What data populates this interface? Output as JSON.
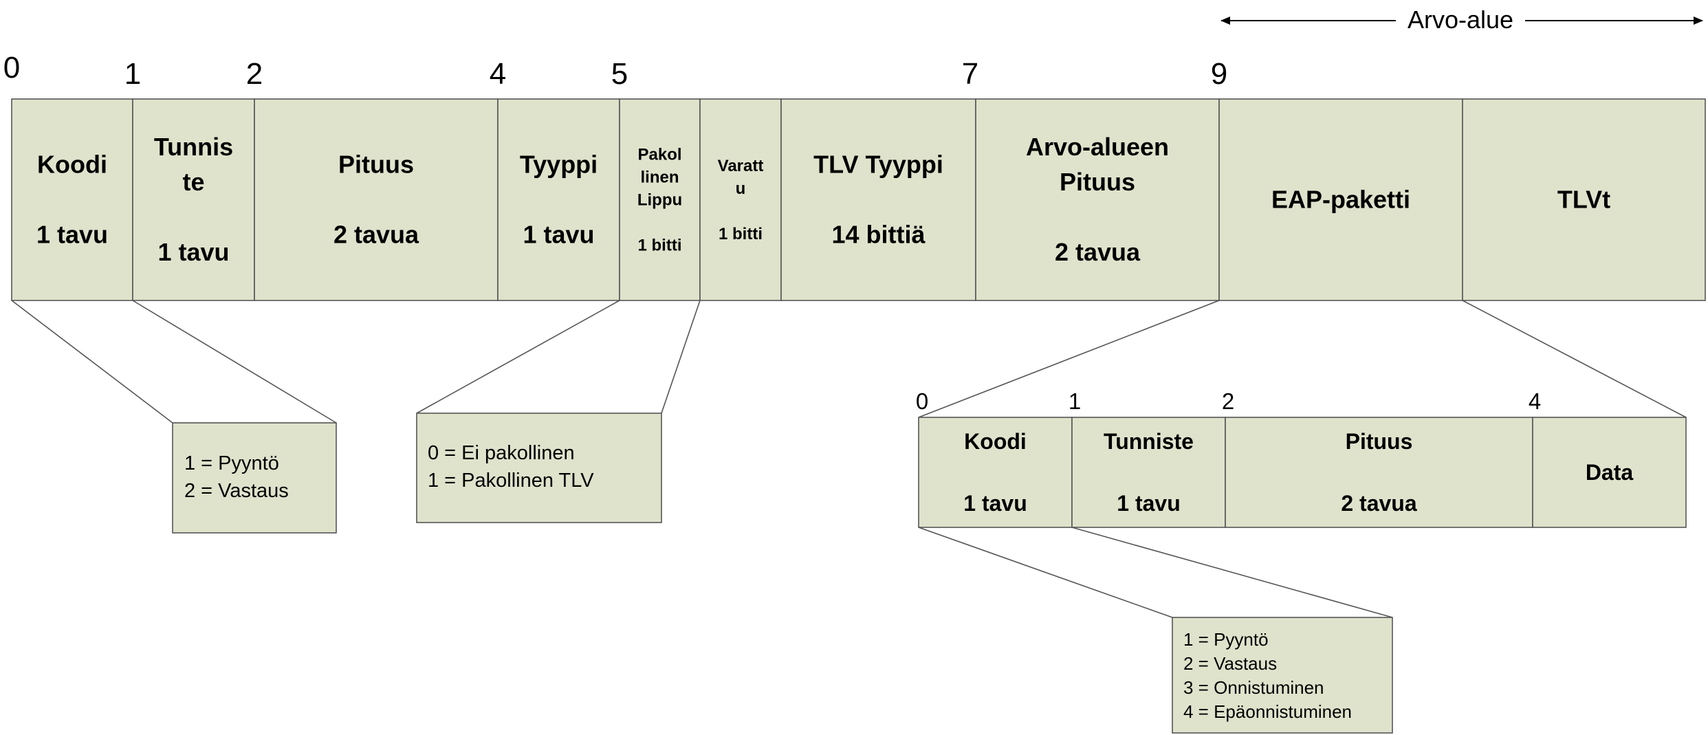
{
  "colors": {
    "cell_fill": "#dfe3cc",
    "stroke": "#555555",
    "text": "#000000"
  },
  "range": {
    "label": "Arvo-alue"
  },
  "main": {
    "offsets": [
      "0",
      "1",
      "2",
      "4",
      "5",
      "7",
      "9"
    ],
    "fields": [
      {
        "lines": [
          "Koodi",
          "",
          "1 tavu"
        ]
      },
      {
        "lines": [
          "Tunnis",
          "te",
          "",
          "1 tavu"
        ]
      },
      {
        "lines": [
          "Pituus",
          "",
          "2 tavua"
        ]
      },
      {
        "lines": [
          "Tyyppi",
          "",
          "1 tavu"
        ]
      },
      {
        "lines": [
          "Pakol",
          "linen",
          "Lippu",
          "",
          "1 bitti"
        ]
      },
      {
        "lines": [
          "Varatt",
          "u",
          "",
          "1 bitti"
        ]
      },
      {
        "lines": [
          "TLV Tyyppi",
          "",
          "14 bittiä"
        ]
      },
      {
        "lines": [
          "Arvo-alueen",
          "Pituus",
          "",
          "2 tavua"
        ]
      },
      {
        "lines": [
          "EAP-paketti"
        ]
      },
      {
        "lines": [
          "TLVt"
        ]
      }
    ]
  },
  "notes": {
    "code_values": [
      "1 = Pyyntö",
      "2 = Vastaus"
    ],
    "flag_values": [
      "0 = Ei pakollinen",
      "1 = Pakollinen TLV"
    ]
  },
  "eap": {
    "offsets": [
      "0",
      "1",
      "2",
      "4"
    ],
    "fields": [
      {
        "lines": [
          "Koodi",
          "",
          "1 tavu"
        ]
      },
      {
        "lines": [
          "Tunniste",
          "",
          "1 tavu"
        ]
      },
      {
        "lines": [
          "Pituus",
          "",
          "2 tavua"
        ]
      },
      {
        "lines": [
          "Data"
        ]
      }
    ],
    "code_values": [
      "1 = Pyyntö",
      "2 = Vastaus",
      "3 = Onnistuminen",
      "4 = Epäonnistuminen"
    ]
  }
}
